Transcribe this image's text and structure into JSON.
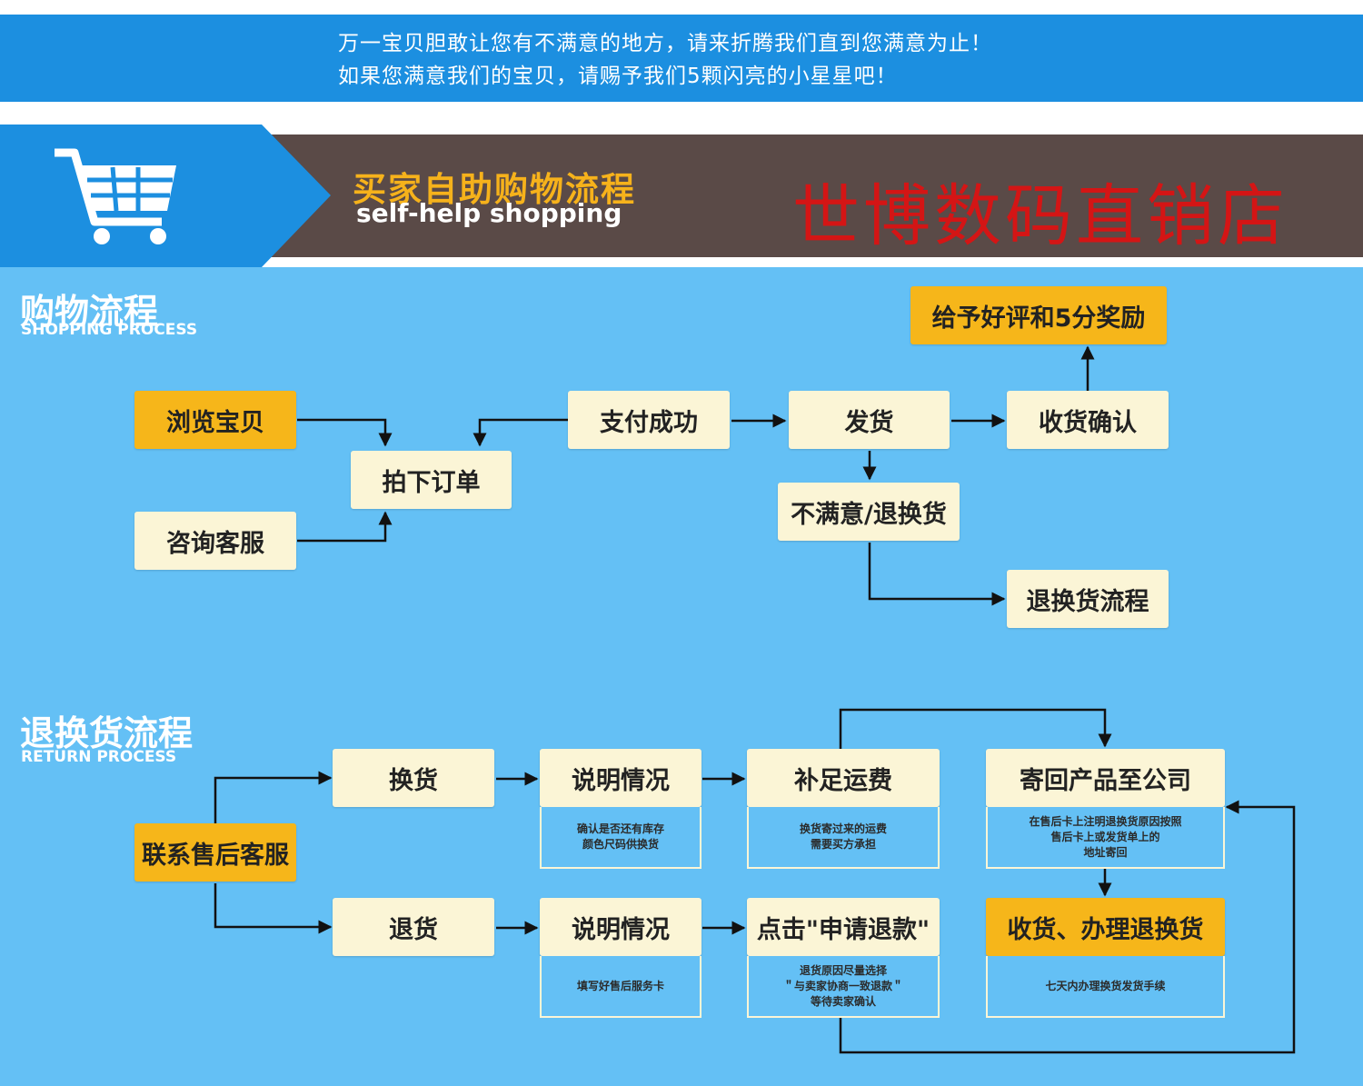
{
  "notice": {
    "line1": "万一宝贝胆敢让您有不满意的地方，请来折腾我们直到您满意为止！",
    "line2": "如果您满意我们的宝贝，请赐予我们5颗闪亮的小星星吧！"
  },
  "header": {
    "title": "买家自助购物流程",
    "subtitle": "self-help shopping",
    "shop_name": "世博数码直销店",
    "cart_icon": "shopping-cart-icon"
  },
  "shopping": {
    "title": "购物流程",
    "subtitle": "SHOPPING PROCESS",
    "nodes": {
      "browse": "浏览宝贝",
      "consult": "咨询客服",
      "order": "拍下订单",
      "pay": "支付成功",
      "ship": "发货",
      "confirm": "收货确认",
      "rate": "给予好评和5分奖励",
      "unsatisfied": "不满意/退换货",
      "return_flow": "退换货流程"
    }
  },
  "returns": {
    "title": "退换货流程",
    "subtitle": "RETURN PROCESS",
    "nodes": {
      "contact": "联系售后客服",
      "exchange": "换货",
      "refund": "退货",
      "explain1": "说明情况",
      "explain2": "说明情况",
      "shipping_fee": "补足运费",
      "apply_refund": "点击\"申请退款\"",
      "send_back": "寄回产品至公司",
      "receive": "收货、办理退换货"
    },
    "notes": {
      "explain1": "确认是否还有库存\n颜色尺码供换货",
      "explain2": "填写好售后服务卡",
      "shipping_fee": "换货寄过来的运费\n需要买方承担",
      "apply_refund": "退货原因尽量选择\n＂与卖家协商一致退款＂\n等待卖家确认",
      "send_back": "在售后卡上注明退换货原因按照\n售后卡上或发货单上的\n地址寄回",
      "receive": "七天内办理换货发货手续"
    }
  },
  "colors": {
    "notice_bg": "#1c8fe0",
    "band_bg": "#5a4a47",
    "main_bg": "#64c0f5",
    "box": "#fbf5d6",
    "highlight": "#f6b61a",
    "title_orange": "#f6b21b",
    "shop_red": "#d41515"
  }
}
